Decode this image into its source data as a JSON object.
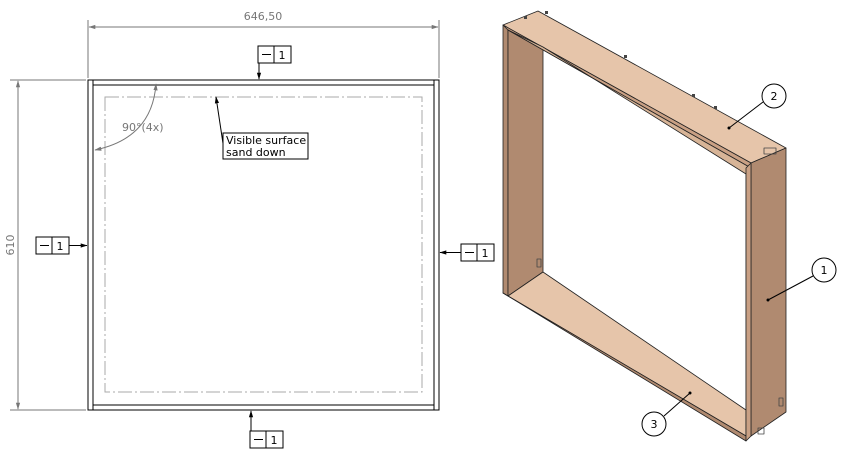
{
  "dimensions": {
    "width": "646,50",
    "height": "610",
    "angle": "90°(4x)"
  },
  "note": {
    "line1": "Visible surface",
    "line2": "sand down"
  },
  "datum_symbols": {
    "top": {
      "label": "1"
    },
    "left": {
      "label": "1"
    },
    "right": {
      "label": "1"
    },
    "bottom": {
      "label": "1"
    }
  },
  "balloons": [
    {
      "number": "2"
    },
    {
      "number": "1"
    },
    {
      "number": "3"
    }
  ],
  "colors": {
    "wood_top": "#e6c5aa",
    "wood_side": "#b08a70",
    "wood_face": "#c9a084",
    "dimension_line": "#777777"
  }
}
